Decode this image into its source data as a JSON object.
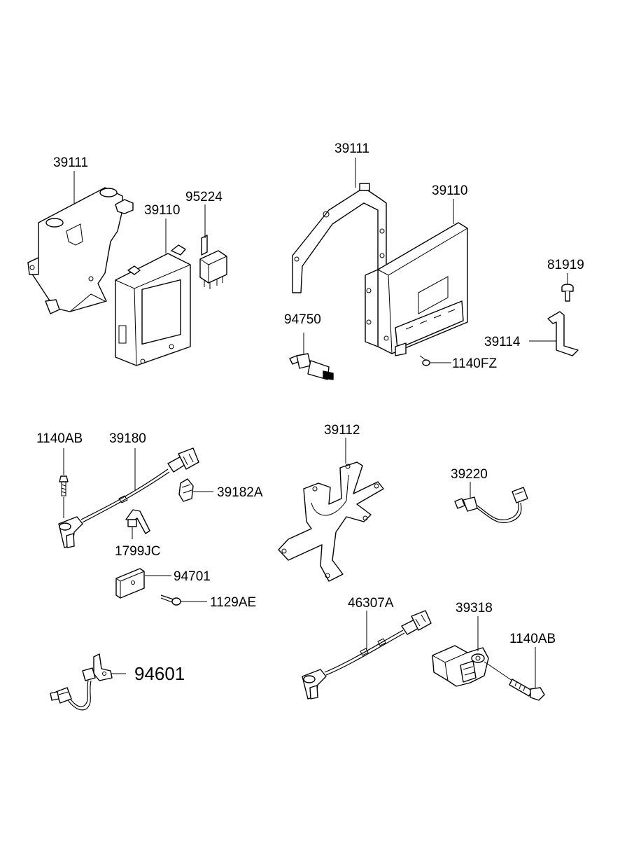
{
  "parts": {
    "ecu_cover_left": "39111",
    "ecu_left": "39110",
    "relay": "95224",
    "bracket_top": "39111",
    "ecu_right": "39110",
    "bolt_right": "81919",
    "temp_sensor": "94750",
    "clip_bracket": "39114",
    "screw_ecu": "1140FZ",
    "bolt_left": "1140AB",
    "crank_sensor": "39180",
    "connector_clip": "39182A",
    "wire_clip": "1799JC",
    "plate": "94701",
    "bolt_plate": "1129AE",
    "bracket_mid": "39112",
    "o2_sensor_right": "39220",
    "speed_sensor": "46307A",
    "cam_sensor": "39318",
    "bolt_cam": "1140AB",
    "o2_sensor_left": "94601"
  }
}
